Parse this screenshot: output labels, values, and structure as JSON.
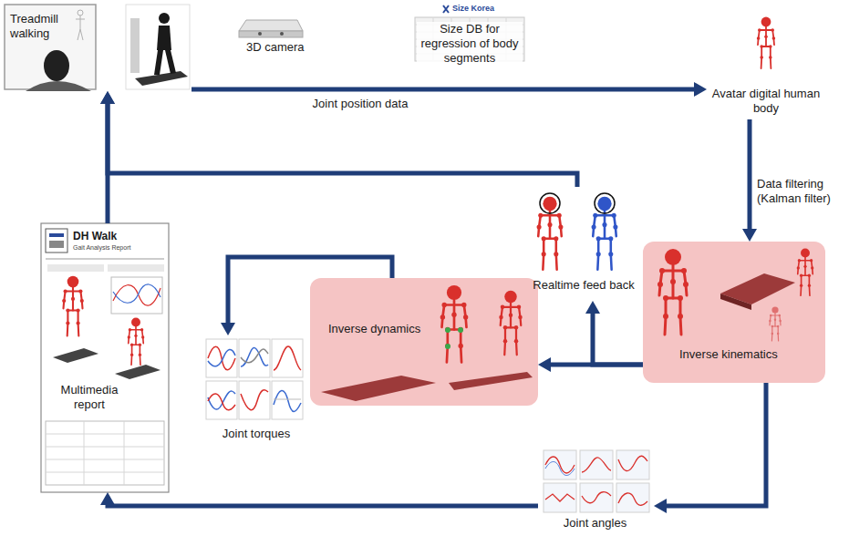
{
  "diagram": {
    "nodes": [
      {
        "text": [
          "Treadmill walking"
        ]
      },
      {
        "text": [
          "Avatar digital human body"
        ]
      },
      {
        "text": [
          "Inverse kinematics"
        ]
      },
      {
        "text": [
          "Inverse dynamics"
        ]
      },
      {
        "text": [
          "Realtime feed back"
        ]
      },
      {
        "text": [
          "Joint torques"
        ]
      },
      {
        "text": [
          "Joint angles"
        ]
      },
      {
        "text": [
          "Multimedia report"
        ]
      }
    ],
    "edges": [
      {
        "from": 0,
        "to": 1,
        "arrow": "to",
        "label": "Joint position data"
      },
      {
        "from": 1,
        "to": 2,
        "arrow": "to",
        "label": "Data filtering (Kalman filter)"
      },
      {
        "from": 2,
        "to": 3,
        "arrow": "to"
      },
      {
        "from": 2,
        "to": 4,
        "arrow": "to"
      },
      {
        "from": 4,
        "to": 0,
        "arrow": "to"
      },
      {
        "from": 7,
        "to": 0,
        "arrow": "to"
      },
      {
        "from": 3,
        "to": 5,
        "arrow": "to"
      },
      {
        "from": 2,
        "to": 6,
        "arrow": "to"
      },
      {
        "from": 6,
        "to": 7,
        "arrow": "to"
      }
    ],
    "labels": [
      "3D camera",
      "Size DB for regression of body segments",
      "Size Korea",
      "DH Walk",
      "Gait Analysis Report"
    ]
  }
}
